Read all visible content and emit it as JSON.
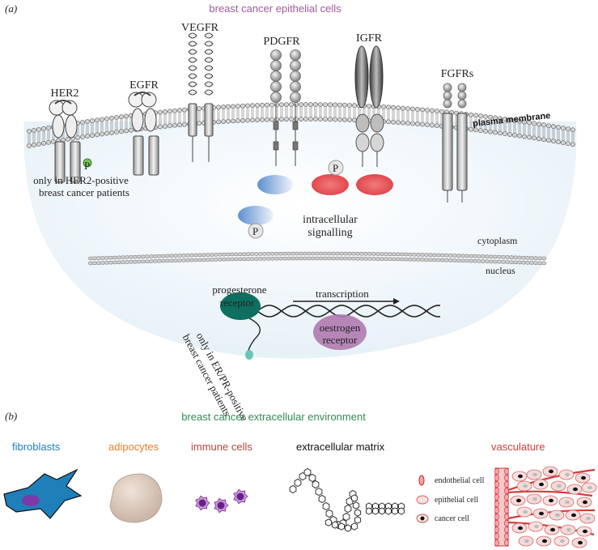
{
  "panel_a": {
    "letter": "(a)",
    "title": "breast cancer epithelial cells",
    "receptors": {
      "her2": "HER2",
      "egfr": "EGFR",
      "vegfr": "VEGFR",
      "pdgfr": "PDGFR",
      "igfr": "IGFR",
      "fgfrs": "FGFRs"
    },
    "membrane_label": "plasma membrane",
    "her2_note_1": "only in HER2-positive",
    "her2_note_2": "breast cancer patients",
    "phospho": "P",
    "signalling_1": "intracellular",
    "signalling_2": "signalling",
    "cytoplasm": "cytoplasm",
    "nucleus": "nucleus",
    "pr_1": "progesterone",
    "pr_2": "receptor",
    "transcription": "transcription",
    "er_1": "oestrogen",
    "er_2": "receptor",
    "erpr_note_1": "only in ER/PR-positive",
    "erpr_note_2": "breast cancer patients"
  },
  "panel_b": {
    "letter": "(b)",
    "title": "breast cancer extracellular environment",
    "fibroblasts": "fibroblasts",
    "adipocytes": "adipocytes",
    "immune": "immune cells",
    "ecm": "extracellular matrix",
    "vasculature": "vasculature",
    "legend_endothelial": "endothelial cell",
    "legend_epithelial": "epithelial cell",
    "legend_cancer": "cancer cell"
  },
  "colors": {
    "title_purple": "#a05a9c",
    "env_green": "#2e8b57",
    "fibro_blue": "#1f7fb8",
    "adipo_orange": "#e8802a",
    "immune_red": "#b0453a",
    "vasc_red": "#d23c3c",
    "pr_teal": "#0e6f5f",
    "er_purple": "#b07ab0"
  }
}
